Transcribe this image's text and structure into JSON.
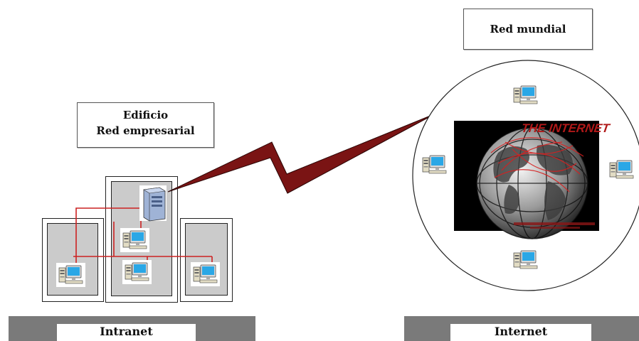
{
  "labels": {
    "world_network": "Red mundial",
    "building_line1": "Edificio",
    "building_line2": "Red empresarial",
    "intranet": "Intranet",
    "internet": "Internet"
  },
  "globe_image": {
    "title": "THE INTERNET"
  },
  "colors": {
    "link_wire": "#cc2222",
    "zigzag": "#7a1414",
    "floor_gray": "#cbcbcb",
    "bottom_bar": "#7a7a7a"
  },
  "icons": [
    "computer-icon",
    "server-icon",
    "globe-image"
  ]
}
